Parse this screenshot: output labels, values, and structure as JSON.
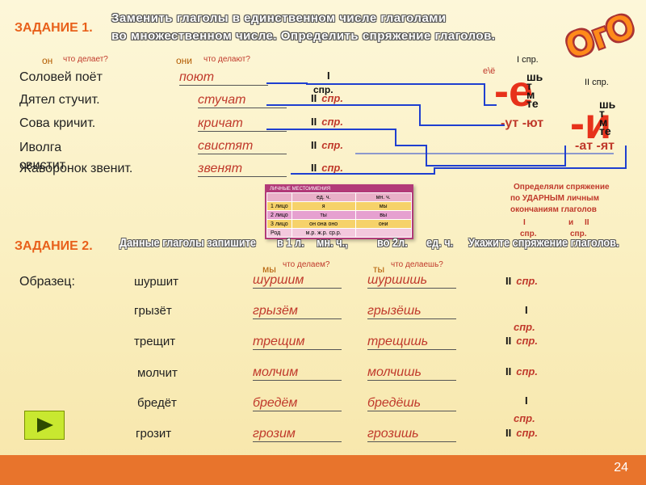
{
  "task1": {
    "label": "ЗАДАНИЕ 1.",
    "text_line1": "Заменить глаголы в единственном числе глаголами",
    "text_line2": "во множественном числе.  Определить спряжение глаголов.",
    "ogo": "ОгО"
  },
  "headers": {
    "on": "он",
    "q_on": "что делает?",
    "oni": "они",
    "q_oni": "что делают?"
  },
  "rows": [
    {
      "sentence": "Соловей поёт",
      "verb": "поют",
      "conj": "I",
      "spr": "спр."
    },
    {
      "sentence": "Дятел стучит.",
      "verb": "стучат",
      "conj": "II",
      "spr": "спр."
    },
    {
      "sentence": "Сова кричит.",
      "verb": "кричат",
      "conj": "II",
      "spr": "спр."
    },
    {
      "sentence": "Иволга свистит",
      "verb": "свистят",
      "conj": "II",
      "spr": "спр."
    },
    {
      "sentence": "Жаворонок звенит.",
      "verb": "звенят",
      "conj": "II",
      "spr": "спр."
    }
  ],
  "endings": {
    "e_label": "е\\ё",
    "i_spr": "I спр.",
    "ii_spr": "II спр.",
    "e_letter": "-е",
    "i_letter": "-и",
    "e_list": [
      "шь",
      "т",
      "м",
      "те"
    ],
    "i_list": [
      "шь",
      "т",
      "м",
      "те"
    ],
    "e_plural": "-ут -ют",
    "i_plural": "-ат -ят"
  },
  "pronoun_table": {
    "title": "ЛИЧНЫЕ  МЕСТОИМЕНИЯ",
    "header": [
      "",
      "ед. ч.",
      "мн. ч."
    ],
    "rows": [
      [
        "1 лицо",
        "я",
        "мы"
      ],
      [
        "2 лицо",
        "ты",
        "вы"
      ],
      [
        "3 лицо",
        "он  она  оно",
        "они"
      ],
      [
        "Род",
        "м.р.  ж.р.  ср.р.",
        ""
      ]
    ]
  },
  "note": {
    "line1": "Определяли спряжение",
    "line2": "по УДАРНЫМ  личным",
    "line3": "окончаниям  глаголов",
    "i": "I",
    "and": "и",
    "ii": "II",
    "spr": "спр."
  },
  "task2": {
    "label": "ЗАДАНИЕ 2.",
    "w1": "Данные глаголы запишите",
    "w2": "в 1 л.",
    "w3": "мн. ч.,",
    "w4": "во 2л.",
    "w5": "ед. ч.",
    "w6": "Укажите  спряжение  глаголов.",
    "my": "мы",
    "q_my": "что делаем?",
    "ty": "ты",
    "q_ty": "что делаешь?",
    "sample": "Образец:"
  },
  "task2_rows": [
    {
      "base": "шуршит",
      "f1": "шуршим",
      "f2": "шуршишь",
      "conj": "II",
      "spr": "спр."
    },
    {
      "base": "грызёт",
      "f1": "грызём",
      "f2": "грызёшь",
      "conj": "I",
      "spr": "спр."
    },
    {
      "base": "трещит",
      "f1": "трещим",
      "f2": "трещишь",
      "conj": "II",
      "spr": "спр."
    },
    {
      "base": "молчит",
      "f1": "молчим",
      "f2": "молчишь",
      "conj": "II",
      "spr": "спр."
    },
    {
      "base": "бредёт",
      "f1": "бредём",
      "f2": "бредёшь",
      "conj": "I",
      "spr": "спр."
    },
    {
      "base": "грозит",
      "f1": "грозим",
      "f2": "грозишь",
      "conj": "II",
      "spr": "спр."
    }
  ],
  "page_number": "24",
  "colors": {
    "accent": "#e8742c",
    "red": "#c0392b",
    "ending_red": "#e7321b",
    "lines": "#1f3fd0"
  },
  "icons": {
    "next": "play-icon"
  }
}
